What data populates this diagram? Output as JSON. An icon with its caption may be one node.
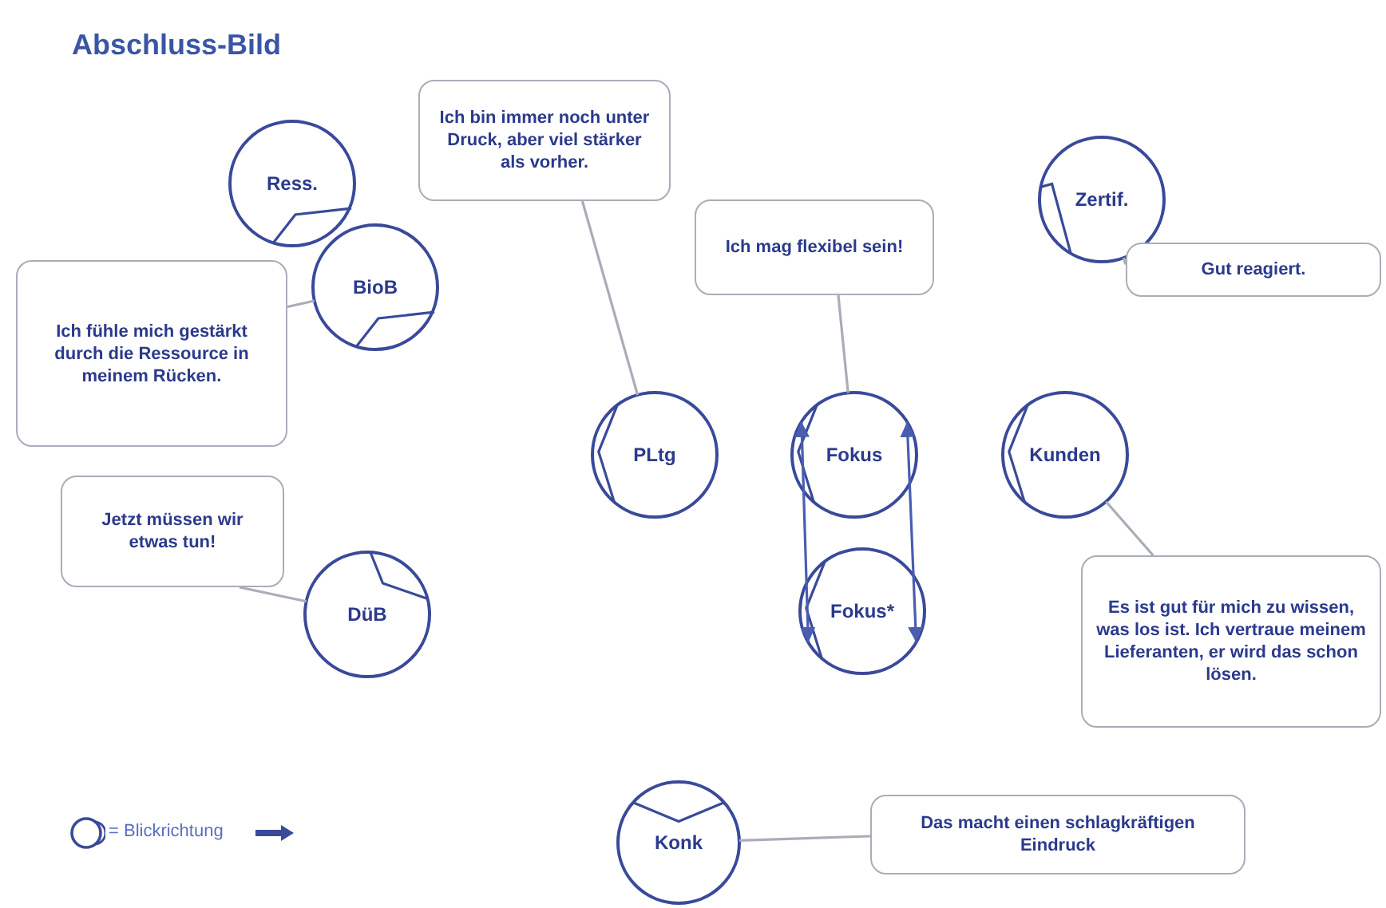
{
  "diagram": {
    "title": "Abschluss-Bild",
    "nodes": [
      {
        "text": [
          "Ich bin immer noch unter Druck, aber viel stärker als vorher."
        ]
      },
      {
        "text": [
          "Ress."
        ]
      },
      {
        "text": [
          "Zertif."
        ]
      },
      {
        "text": [
          "Ich mag flexibel sein!"
        ]
      },
      {
        "text": [
          "Gut reagiert."
        ]
      },
      {
        "text": [
          "Ich fühle mich gestärkt durch die Ressource in meinem Rücken."
        ]
      },
      {
        "text": [
          "BioB"
        ]
      },
      {
        "text": [
          "PLtg"
        ]
      },
      {
        "text": [
          "Fokus"
        ]
      },
      {
        "text": [
          "Kunden"
        ]
      },
      {
        "text": [
          "Jetzt müssen wir etwas tun!"
        ]
      },
      {
        "text": [
          "DüB"
        ]
      },
      {
        "text": [
          "Fokus*"
        ]
      },
      {
        "text": [
          "Es ist gut für mich zu wissen, was los ist. Ich vertraue meinem Lieferanten, er wird das schon lösen."
        ]
      },
      {
        "text": [
          "Konk"
        ]
      },
      {
        "text": [
          "Das macht einen schlagkräftigen Eindruck"
        ]
      }
    ],
    "edges": [
      {
        "from": 0,
        "to": 7,
        "arrow": "none"
      },
      {
        "from": 3,
        "to": 8,
        "arrow": "none"
      },
      {
        "from": 4,
        "to": 2,
        "arrow": "none"
      },
      {
        "from": 5,
        "to": 6,
        "arrow": "none"
      },
      {
        "from": 10,
        "to": 11,
        "arrow": "none"
      },
      {
        "from": 13,
        "to": 9,
        "arrow": "none"
      },
      {
        "from": 15,
        "to": 14,
        "arrow": "none"
      },
      {
        "from": 8,
        "to": 12,
        "arrow": "both",
        "color": "#4a5db0"
      },
      {
        "from": 8,
        "to": 12,
        "arrow": "both",
        "color": "#4a5db0"
      }
    ],
    "legend": [
      {
        "text": "= Blickrichtung"
      }
    ]
  }
}
